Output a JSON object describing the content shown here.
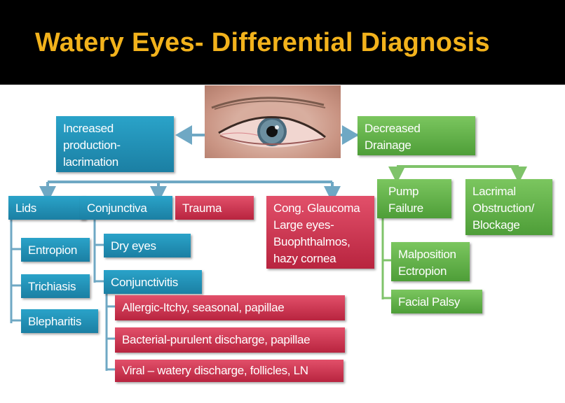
{
  "title": "Watery Eyes- Differential Diagnosis",
  "colors": {
    "header_bg": "#000000",
    "title": "#f2b21c",
    "blue": "#1e8db5",
    "green": "#5dab44",
    "red": "#c8304f",
    "connector": "#6fa8c4",
    "green_connector": "#7fc36a"
  },
  "increased": "Increased production- lacrimation",
  "decreased": "Decreased Drainage",
  "lids": {
    "heading": "Lids",
    "items": [
      "Entropion",
      "Trichiasis",
      "Blepharitis"
    ]
  },
  "conjunctiva": {
    "heading": "Conjunctiva",
    "dry_eyes": "Dry eyes",
    "conjunctivitis": "Conjunctivitis",
    "types": [
      "Allergic-Itchy, seasonal, papillae",
      "Bacterial-purulent discharge, papillae",
      "Viral – watery discharge, follicles, LN"
    ]
  },
  "trauma": "Trauma",
  "glaucoma": "Cong. Glaucoma Large eyes- Buophthalmos, hazy cornea",
  "pump": {
    "heading": "Pump Failure",
    "items": [
      "Malposition Ectropion",
      "Facial Palsy"
    ]
  },
  "lacrimal": "Lacrimal Obstruction/ Blockage"
}
